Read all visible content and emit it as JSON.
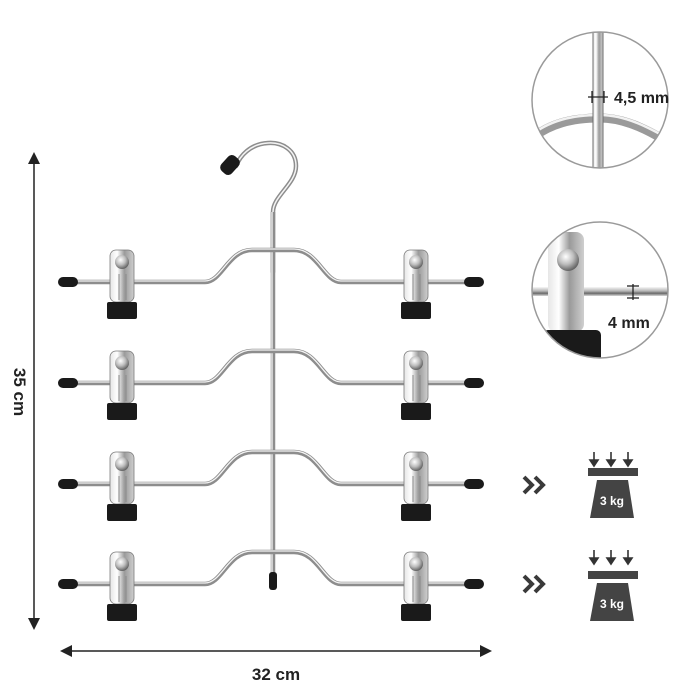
{
  "image": {
    "subject": "four-tier trouser hanger with clips",
    "tiers": 4,
    "clips_per_tier": 2
  },
  "dimensions": {
    "height_label": "35 cm",
    "width_label": "32 cm"
  },
  "details": {
    "rod_thickness_label": "4,5 mm",
    "bar_thickness_label": "4 mm"
  },
  "load": {
    "weight_label_1": "3 kg",
    "weight_label_2": "3 kg"
  },
  "colors": {
    "ink": "#222222",
    "chrome_light": "#f2f2f2",
    "chrome_mid": "#b9b9b9",
    "chrome_dark": "#5e5e5e",
    "rubber": "#1a1a1a",
    "weight_fill": "#444444",
    "chevron": "#3a3a3a"
  }
}
